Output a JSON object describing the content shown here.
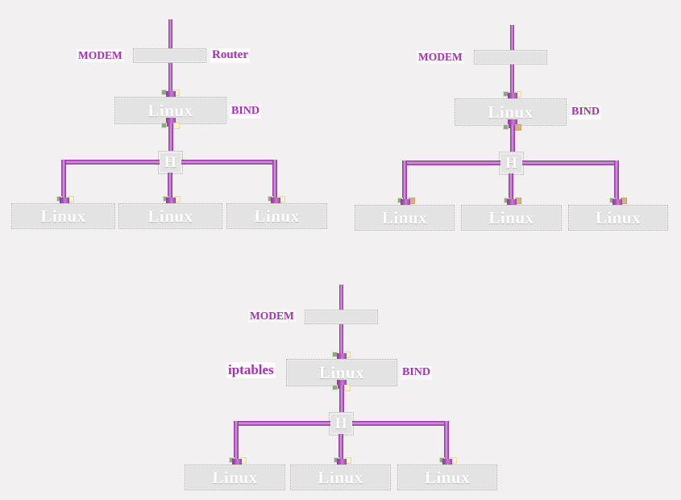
{
  "page": {
    "title": "Network topology diagrams",
    "background_color": "#f2f0f1",
    "line_color": "#a94cb5",
    "label_color": "#a333b0",
    "node_fill": "#e3e3e3",
    "node_text_color": "#ffffff"
  },
  "labels": {
    "modem": "MODEM",
    "router": "Router",
    "bind": "BIND",
    "iptables": "iptables",
    "linux": "Linux",
    "hub": "H"
  },
  "diagrams": [
    {
      "id": "diagram-1",
      "name": "router-modem-bind-topology",
      "nodes": {
        "modem": {
          "label": "MODEM",
          "box_text": ""
        },
        "router": {
          "label": "Router"
        },
        "gateway": {
          "label": "Linux",
          "annotation": "BIND"
        },
        "hub": {
          "label": "H"
        },
        "clients": [
          {
            "label": "Linux"
          },
          {
            "label": "Linux"
          },
          {
            "label": "Linux"
          }
        ]
      }
    },
    {
      "id": "diagram-2",
      "name": "modem-bind-topology",
      "nodes": {
        "modem": {
          "label": "MODEM",
          "box_text": ""
        },
        "gateway": {
          "label": "Linux",
          "annotation": "BIND"
        },
        "hub": {
          "label": "H"
        },
        "clients": [
          {
            "label": "Linux"
          },
          {
            "label": "Linux"
          },
          {
            "label": "Linux"
          }
        ]
      }
    },
    {
      "id": "diagram-3",
      "name": "modem-iptables-bind-topology",
      "nodes": {
        "modem": {
          "label": "MODEM",
          "box_text": ""
        },
        "gateway": {
          "label": "Linux",
          "annotation_left": "iptables",
          "annotation_right": "BIND"
        },
        "hub": {
          "label": "H"
        },
        "clients": [
          {
            "label": "Linux"
          },
          {
            "label": "Linux"
          },
          {
            "label": "Linux"
          }
        ]
      }
    }
  ]
}
